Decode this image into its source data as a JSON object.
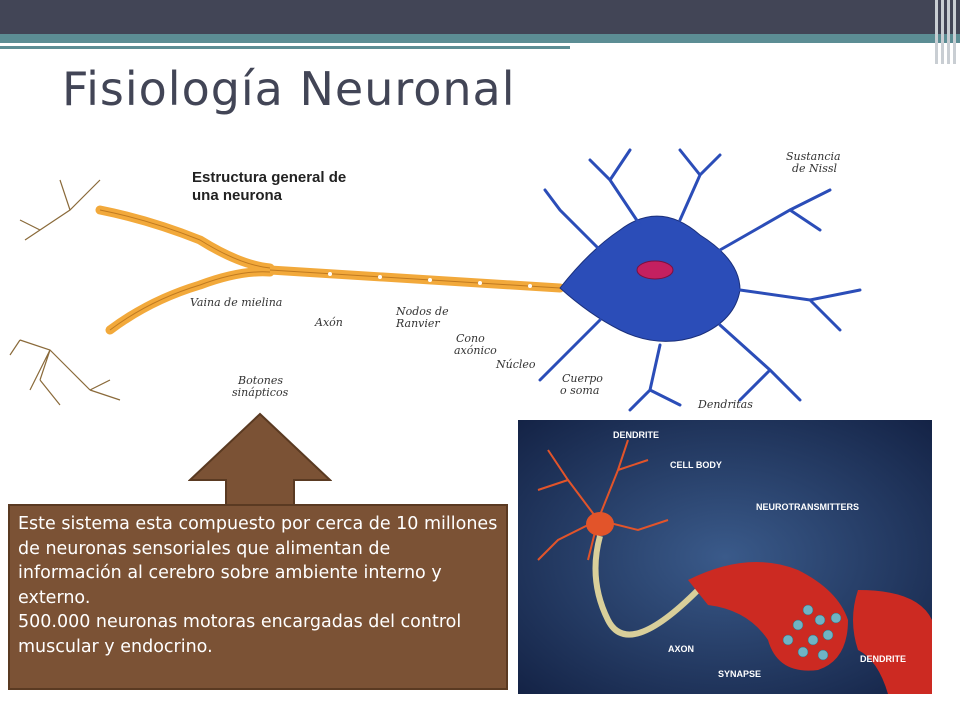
{
  "slide": {
    "title": "Fisiología Neuronal"
  },
  "figure_top": {
    "heading_line1": "Estructura general de",
    "heading_line2": "una neurona",
    "labels": {
      "sustancia_1": "Sustancia",
      "sustancia_2": "de Nissl",
      "vaina": "Vaina de mielina",
      "axon": "Axón",
      "nodos_1": "Nodos de",
      "nodos_2": "Ranvier",
      "cono_1": "Cono",
      "cono_2": "axónico",
      "nucleo": "Núcleo",
      "cuerpo_1": "Cuerpo",
      "cuerpo_2": "o soma",
      "dendritas": "Dendritas",
      "botones_1": "Botones",
      "botones_2": "sinápticos"
    }
  },
  "figure_bottom": {
    "labels": {
      "dendrite": "DENDRITE",
      "cell_body": "CELL BODY",
      "neurotransmitters": "NEUROTRANSMITTERS",
      "axon": "AXON",
      "synapse": "SYNAPSE",
      "dendrite2": "DENDRITE"
    }
  },
  "text_box": {
    "paragraph1": "Este sistema esta compuesto por cerca de 10 millones de neuronas sensoriales que alimentan de información al cerebro sobre ambiente interno y externo.",
    "paragraph2": "500.000 neuronas motoras encargadas del control muscular y endocrino."
  },
  "colors": {
    "theme_dark": "#424556",
    "accent": "#5c8d94",
    "box_brown": "#7b5235",
    "neuron_blue": "#2b4db8",
    "myelin": "#f2a93b"
  }
}
